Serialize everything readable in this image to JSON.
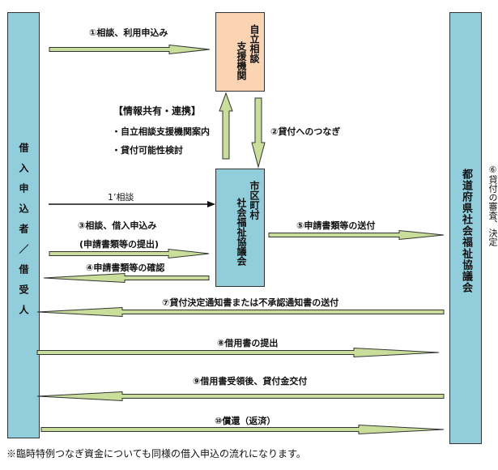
{
  "actors": {
    "borrower": "借入申込者／借受人",
    "support_org_line1": "自立相談",
    "support_org_line2": "支援機関",
    "city_line1": "市区町村",
    "city_line2": "社会福祉協議会",
    "prefecture": "都道府県社会福祉協議会"
  },
  "info_sharing": {
    "title": "【情報共有・連携】",
    "items": [
      "・自立相談支援機関案内",
      "・貸付可能性検討"
    ]
  },
  "steps": {
    "s1": "①相談、利用申込み",
    "s1b": "1’相談",
    "s2": "②貸付へのつなぎ",
    "s3": "③相談、借入申込み",
    "s3_sub": "(申請書類等の提出)",
    "s4": "④申請書類等の確認",
    "s5": "⑤申請書類等の送付",
    "s6": "⑥貸付の審査、決定",
    "s7": "⑦貸付決定通知書または不承認通知書の送付",
    "s8": "⑧借用書の提出",
    "s9": "⑨借用書受領後、貸付金交付",
    "s10": "⑩償還（返済）"
  },
  "footnote": "※臨時特例つなぎ資金についても同様の借入申込の流れになります。",
  "colors": {
    "actor_blue": "#92cddc",
    "support_peach": "#fbd4b4",
    "arrow_fill": "#c9de9a",
    "outline": "#333333"
  }
}
